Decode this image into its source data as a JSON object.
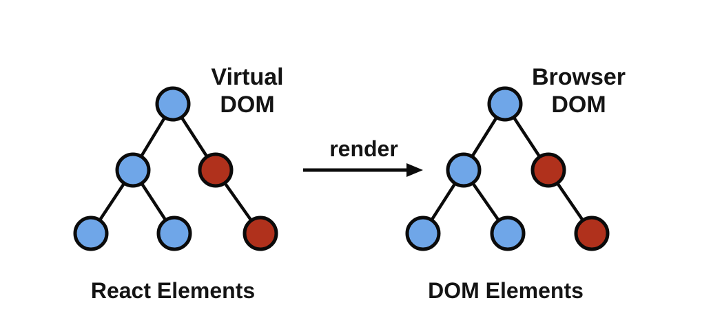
{
  "colors": {
    "node_blue": "#6FA6E8",
    "node_red": "#B0311C",
    "line": "#0b0b0b",
    "text": "#141414",
    "background": "#ffffff"
  },
  "left_diagram": {
    "title_line1": "Virtual",
    "title_line2": "DOM",
    "caption": "React Elements",
    "nodes": [
      {
        "name": "root",
        "color": "blue",
        "fill": "#6FA6E8"
      },
      {
        "name": "left-child",
        "color": "blue",
        "fill": "#6FA6E8"
      },
      {
        "name": "right-child",
        "color": "red",
        "fill": "#B0311C"
      },
      {
        "name": "leaf-left",
        "color": "blue",
        "fill": "#6FA6E8"
      },
      {
        "name": "leaf-middle",
        "color": "blue",
        "fill": "#6FA6E8"
      },
      {
        "name": "leaf-right",
        "color": "red",
        "fill": "#B0311C"
      }
    ]
  },
  "arrow": {
    "label": "render"
  },
  "right_diagram": {
    "title_line1": "Browser",
    "title_line2": "DOM",
    "caption": "DOM Elements",
    "nodes": [
      {
        "name": "root",
        "color": "blue",
        "fill": "#6FA6E8"
      },
      {
        "name": "left-child",
        "color": "blue",
        "fill": "#6FA6E8"
      },
      {
        "name": "right-child",
        "color": "red",
        "fill": "#B0311C"
      },
      {
        "name": "leaf-left",
        "color": "blue",
        "fill": "#6FA6E8"
      },
      {
        "name": "leaf-middle",
        "color": "blue",
        "fill": "#6FA6E8"
      },
      {
        "name": "leaf-right",
        "color": "red",
        "fill": "#B0311C"
      }
    ]
  }
}
